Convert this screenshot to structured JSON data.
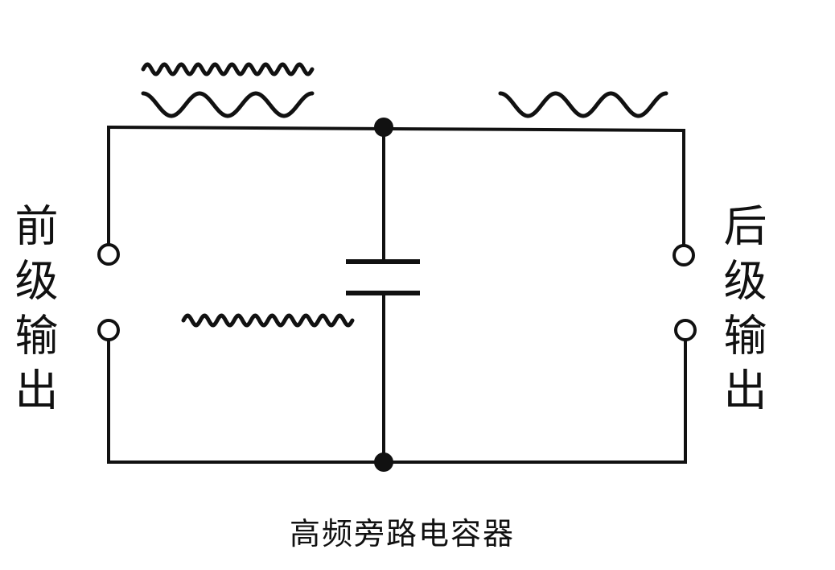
{
  "labels": {
    "left": "前级输出",
    "right": "后级输出"
  },
  "caption": "高频旁路电容器"
}
